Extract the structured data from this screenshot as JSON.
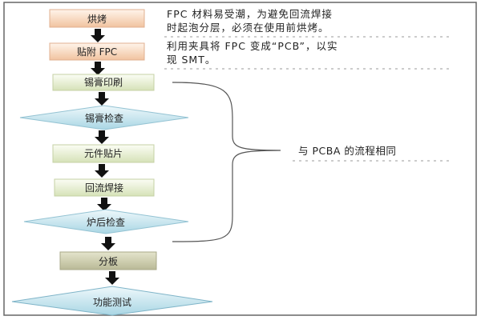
{
  "steps": {
    "bake": "烘烤",
    "attach_fpc": "贴附 FPC",
    "paste_print": "锡膏印刷",
    "paste_inspect": "锡膏检查",
    "placement": "元件贴片",
    "reflow": "回流焊接",
    "post_reflow_inspect": "炉后检查",
    "depanel": "分板",
    "function_test": "功能测试"
  },
  "notes": {
    "bake_line1": "FPC 材料易受潮，为避免回流焊接",
    "bake_line2": "时起泡分层，必须在使用前烘烤。",
    "attach_line1": "利用夹具将 FPC 变成“PCB”，以实",
    "attach_line2": "现 SMT。",
    "same_as_pcba": "与 PCBA 的流程相同"
  },
  "colors": {
    "orange": "#f3c9a8",
    "green": "#dfe8c8",
    "blue": "#bfe0ea",
    "olive": "#c9c9a8"
  }
}
